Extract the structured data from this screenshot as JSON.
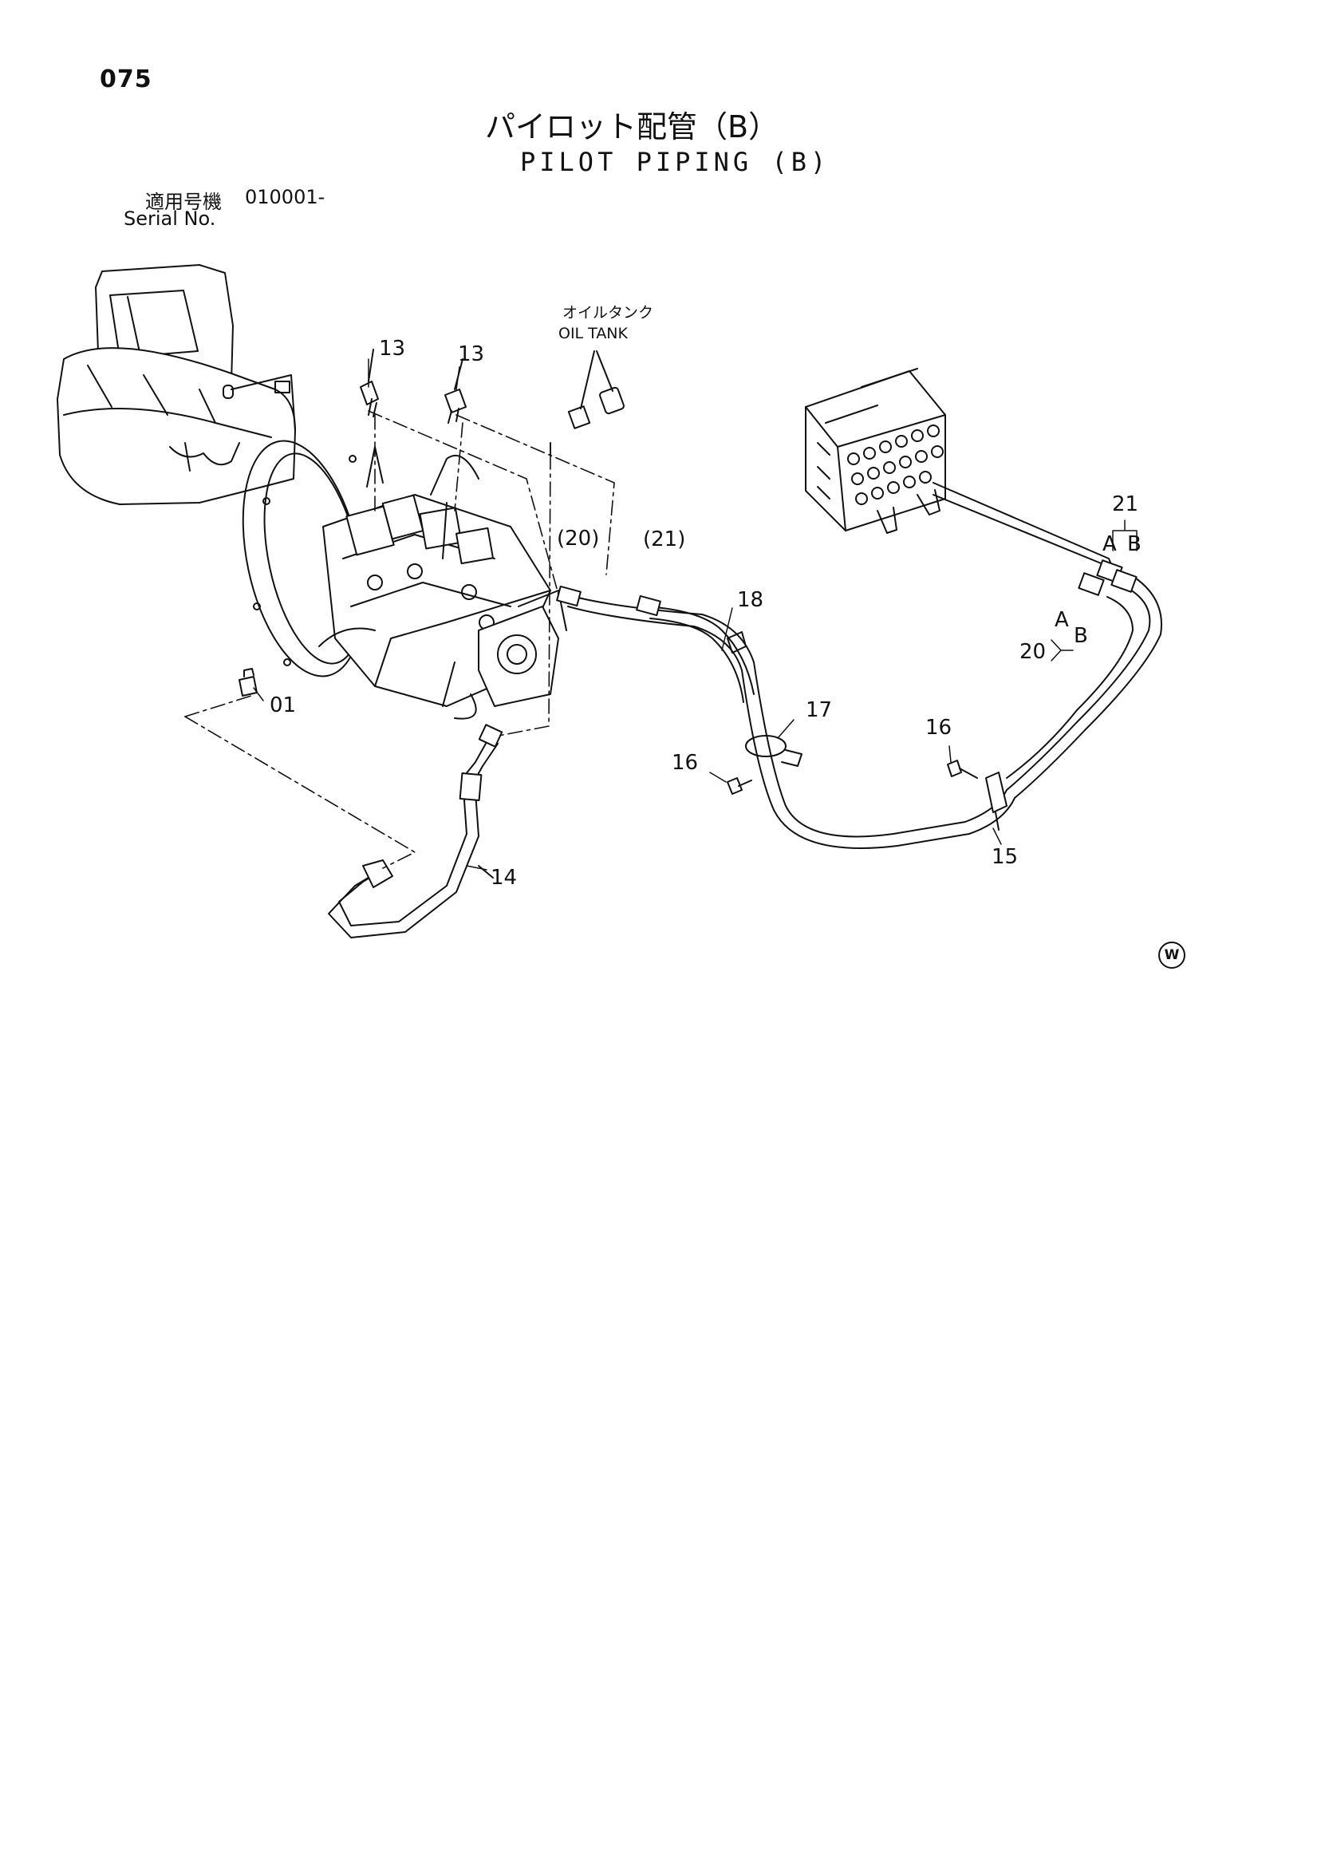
{
  "page_number": "075",
  "title_jp": "パイロット配管（B）",
  "title_en": "PILOT PIPING (B)",
  "serial": {
    "label_jp": "適用号機",
    "value": "010001-",
    "label_en": "Serial No."
  },
  "oil_tank": {
    "label_jp": "オイルタンク",
    "label_en": "OIL TANK"
  },
  "callouts": {
    "c13a": "13",
    "c13b": "13",
    "c20p": "(20)",
    "c21p": "(21)",
    "c18": "18",
    "c01": "01",
    "c17": "17",
    "c16a": "16",
    "c16b": "16",
    "c15": "15",
    "c14": "14",
    "c21": "21",
    "c21A": "A",
    "c21B": "B",
    "c20": "20",
    "c20A": "A",
    "c20B": "B"
  },
  "watermark": "W"
}
